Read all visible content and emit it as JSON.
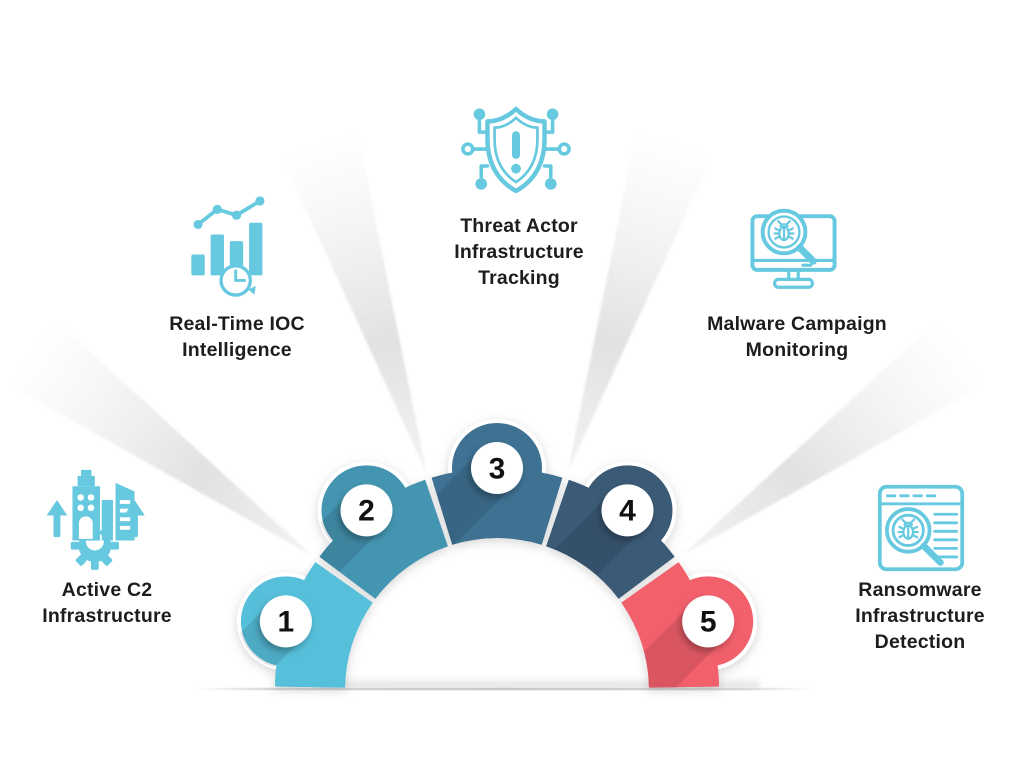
{
  "diagram": {
    "type": "semicircle-process-infographic",
    "background": "#ffffff",
    "icon_color": "#66C9DF",
    "text_color": "#1d1d1d",
    "badge_inner_fill": "#ffffff",
    "ray_color": "#c9c9c9",
    "items": [
      {
        "number": "1",
        "label": "Active C2\nInfrastructure",
        "color": "#56BFDA",
        "icon": "buildings-growth-gear-icon"
      },
      {
        "number": "2",
        "label": "Real-Time IOC\nIntelligence",
        "color": "#4495B1",
        "icon": "bar-chart-trend-clock-icon"
      },
      {
        "number": "3",
        "label": "Threat Actor\nInfrastructure\nTracking",
        "color": "#3E7192",
        "icon": "shield-alert-circuit-icon"
      },
      {
        "number": "4",
        "label": "Malware Campaign\nMonitoring",
        "color": "#3B5A76",
        "icon": "monitor-bug-magnifier-icon"
      },
      {
        "number": "5",
        "label": "Ransomware\nInfrastructure\nDetection",
        "color": "#F2606C",
        "icon": "browser-bug-magnifier-icon"
      }
    ]
  }
}
